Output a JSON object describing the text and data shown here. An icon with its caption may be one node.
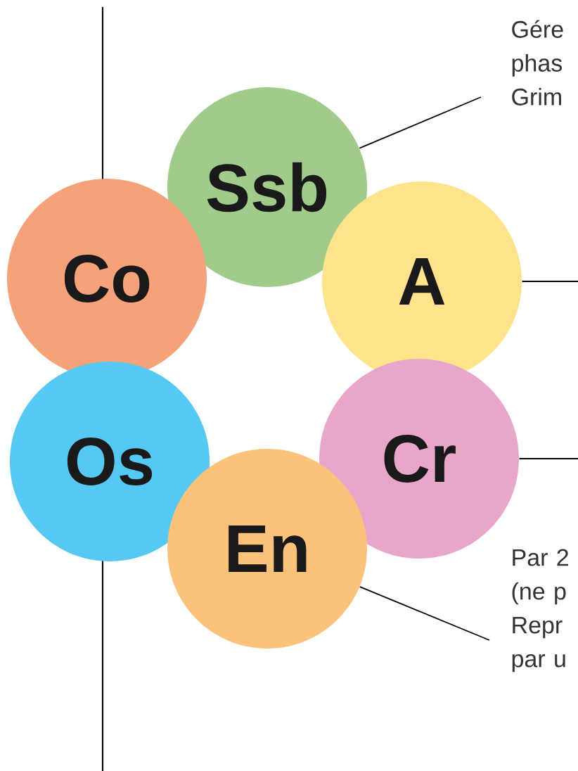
{
  "diagram": {
    "nodes": [
      {
        "text": [
          "Gére phas Grim"
        ]
      },
      {
        "text": [
          "Ssb"
        ]
      },
      {
        "text": [
          "Co"
        ]
      },
      {
        "text": [
          "A"
        ]
      },
      {
        "text": [
          "Os"
        ]
      },
      {
        "text": [
          "Cr"
        ]
      },
      {
        "text": [
          "En"
        ]
      },
      {
        "text": [
          "Par 2 (ne p Repr par u"
        ]
      }
    ],
    "edges": [
      {
        "from": 0,
        "to": 1,
        "arrow": "none"
      },
      {
        "from": 3,
        "to": null,
        "arrow": "none"
      },
      {
        "from": 5,
        "to": null,
        "arrow": "none"
      },
      {
        "from": 7,
        "to": 6,
        "arrow": "none"
      }
    ]
  }
}
